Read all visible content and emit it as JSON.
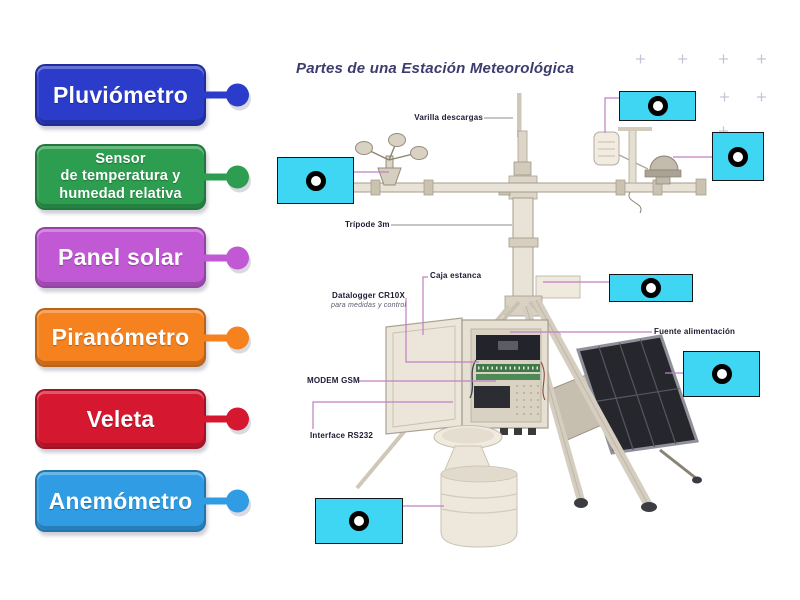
{
  "activity": {
    "title": "Partes de una Estación Meteorológica"
  },
  "word_bank": [
    {
      "id": "pluviometro",
      "label": "Pluviómetro",
      "color": "#2b3ccb"
    },
    {
      "id": "sensor-temperatura-humedad",
      "label": "Sensor\nde temperatura y\nhumedad relativa",
      "color": "#2d9e50"
    },
    {
      "id": "panel-solar",
      "label": "Panel solar",
      "color": "#c159d5"
    },
    {
      "id": "piranometro",
      "label": "Piranómetro",
      "color": "#f5821f"
    },
    {
      "id": "veleta",
      "label": "Veleta",
      "color": "#d5182f"
    },
    {
      "id": "anemometro",
      "label": "Anemómetro",
      "color": "#2f9ce3"
    }
  ],
  "diagram": {
    "annotations": {
      "varilla": "Varilla descargas",
      "tripode": "Trípode 3m",
      "caja": "Caja estanca",
      "datalogger": "Datalogger CR10X",
      "datalogger_sub": "para medidas y control",
      "modem": "MODEM GSM",
      "interface": "Interface RS232",
      "fuente": "Fuente alimentación"
    }
  },
  "theme": {
    "drop_zone_color": "#3ed6f2",
    "word_text_color": "#ffffff",
    "connector_line_color": "#c07fc4"
  }
}
